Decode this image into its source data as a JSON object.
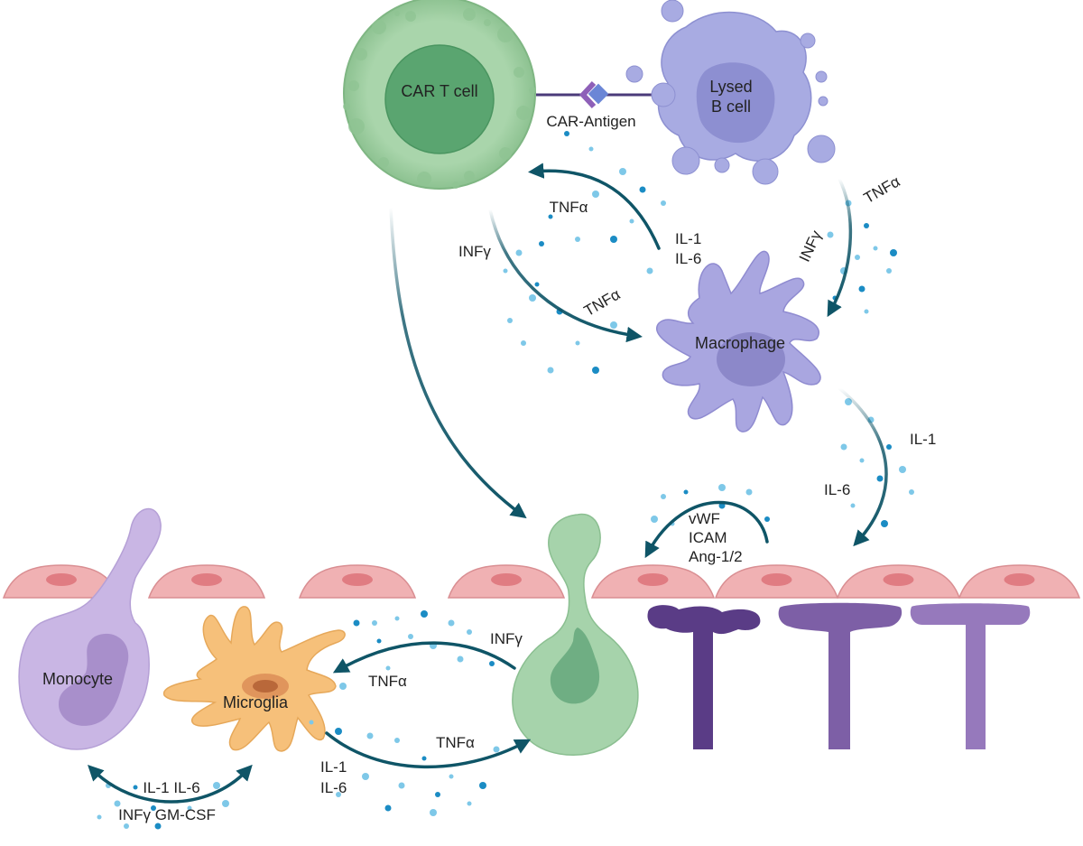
{
  "cells": {
    "car_t_cell": "CAR T cell",
    "lysed_b_cell_line1": "Lysed",
    "lysed_b_cell_line2": "B cell",
    "macrophage": "Macrophage",
    "monocyte": "Monocyte",
    "microglia": "Microglia"
  },
  "labels": {
    "car_antigen": "CAR-Antigen",
    "tnfa_top": "TNFα",
    "il1_top": "IL-1",
    "il6_top": "IL-6",
    "infy_left": "INFγ",
    "tnfa_mid": "TNFα",
    "tnfa_right": "TNFα",
    "infy_right": "INFγ",
    "il1_right": "IL-1",
    "il6_right": "IL-6",
    "vwf": "vWF",
    "icam": "ICAM",
    "ang": "Ang-1/2",
    "infy_bottom": "INFγ",
    "tnfa_bottom1": "TNFα",
    "tnfa_bottom2": "TNFα",
    "il1_bottom": "IL-1",
    "il6_bottom": "IL-6",
    "mono_il": "IL-1 IL-6",
    "mono_infy": "INFγ GM-CSF"
  },
  "colors": {
    "arrow": "#0f5567",
    "cytokine_dark": "#1b8cc4",
    "cytokine_light": "#7ec8e8",
    "car_t": "#9ccc9f",
    "b_cell": "#a8abe2",
    "macrophage": "#a9a6e0",
    "endothelium": "#f0b1b3",
    "monocyte": "#c9b6e4",
    "microglia": "#f6c07a",
    "pericyte": "#5a3c86"
  }
}
